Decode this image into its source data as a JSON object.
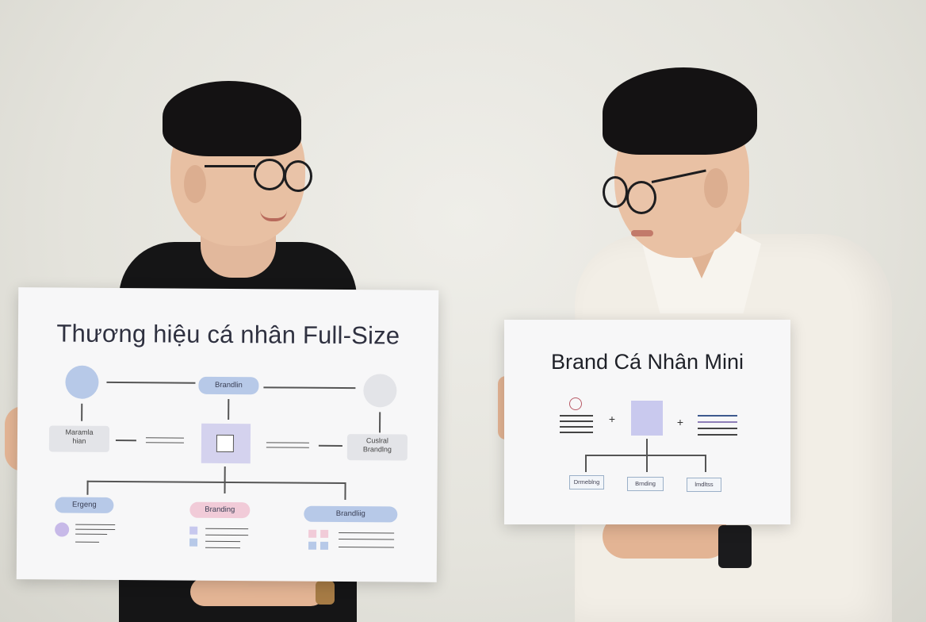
{
  "left_board": {
    "title": "Thương hiệu cá nhân Full-Size",
    "node_top_center": "Brandlin",
    "node_left": "Maramla\nhian",
    "node_right": "Cuslral\nBrandlng",
    "node_bottom_left": "Ergeng",
    "node_bottom_center": "Branding",
    "node_bottom_right": "Brandliig",
    "colors": {
      "blue": "#b7c9e8",
      "lavender": "#d4d2ee",
      "pink": "#f1cbd8",
      "gray": "#e3e4e8"
    }
  },
  "right_board": {
    "title": "Brand Cá Nhân Mini",
    "plus_1": "+",
    "plus_2": "+",
    "box_1": "Drmeblng",
    "box_2": "Brnding",
    "box_3": "lmdltss"
  }
}
